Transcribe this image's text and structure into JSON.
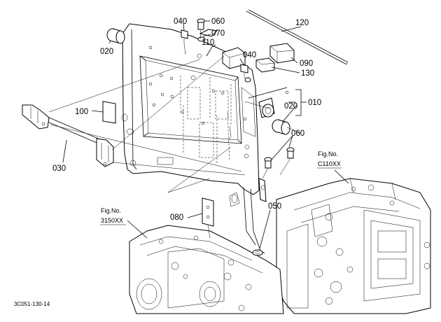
{
  "labels": {
    "p010": "010",
    "p020a": "020",
    "p020b": "020",
    "p030": "030",
    "p040a": "040",
    "p040b": "040",
    "p050": "050",
    "p060a": "060",
    "p060b": "060",
    "p070": "070",
    "p080": "080",
    "p090": "090",
    "p100": "100",
    "p110": "110",
    "p120": "120",
    "p130": "130"
  },
  "refs": {
    "right_fig": "Fig.No.",
    "right_code": "C110XX",
    "left_fig": "Fig.No.",
    "left_code": "3150XX"
  },
  "drawing_code": "3C051-130-14"
}
